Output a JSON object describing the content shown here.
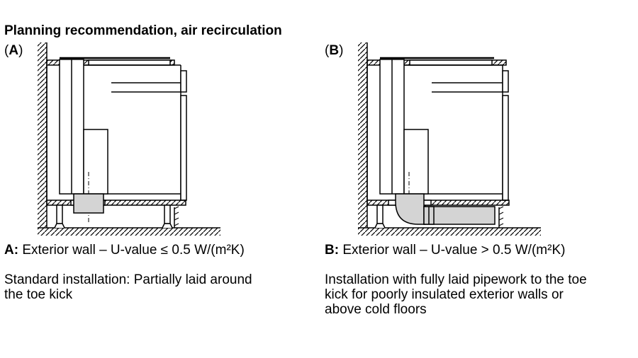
{
  "title": "Planning recommendation, air recirculation",
  "panels": [
    {
      "id_prefix": "(",
      "id_letter": "A",
      "id_suffix": ")",
      "caption_key": "A:",
      "caption_text": " Exterior wall – U-value ≤ 0.5 W/(m²K)",
      "desc_line1": "Standard installation: Partially laid around",
      "desc_line2": "the toe kick",
      "desc_line3": ""
    },
    {
      "id_prefix": "(",
      "id_letter": "B",
      "id_suffix": ")",
      "caption_key": "B:",
      "caption_text": " Exterior wall – U-value > 0.5 W/(m²K)",
      "desc_line1": "Installation with fully laid pipework to the toe",
      "desc_line2": "kick for poorly insulated exterior walls or",
      "desc_line3": "above cold floors"
    }
  ],
  "colors": {
    "line": "#000000",
    "duct_fill": "#d4d4d4",
    "background": "#ffffff"
  }
}
